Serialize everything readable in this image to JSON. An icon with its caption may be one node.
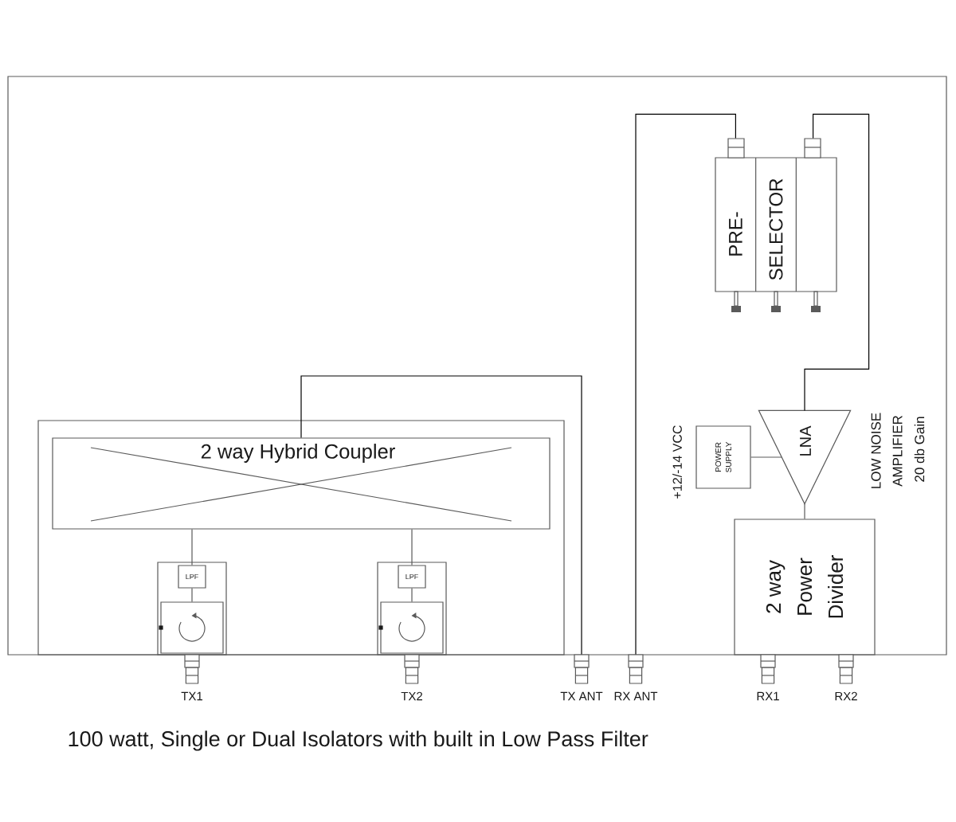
{
  "diagram": {
    "caption": "100 watt, Single or Dual Isolators with built in Low Pass Filter",
    "nodes": [
      {
        "text": [],
        "shape": "box"
      },
      {
        "text": [],
        "shape": "box",
        "in": 0
      },
      {
        "text": [
          "2 way Hybrid Coupler"
        ],
        "in": 1
      },
      {
        "text": [],
        "shape": "box",
        "in": 1
      },
      {
        "text": [
          "LPF"
        ],
        "in": 3
      },
      {
        "text": [],
        "shape": "box",
        "in": 3
      },
      {
        "text": [],
        "shape": "box",
        "in": 1
      },
      {
        "text": [
          "LPF"
        ],
        "in": 6
      },
      {
        "text": [],
        "shape": "box",
        "in": 6
      },
      {
        "text": [
          "TX1"
        ]
      },
      {
        "text": [
          "TX2"
        ]
      },
      {
        "text": [
          "TX ANT"
        ]
      },
      {
        "text": [
          "RX ANT"
        ]
      },
      {
        "text": [
          "PRE-",
          "SELECTOR"
        ],
        "in": 0
      },
      {
        "text": [
          "POWER SUPPLY"
        ],
        "in": 0,
        "beside": [
          "+12/-14 VCC"
        ]
      },
      {
        "text": [
          "LNA"
        ],
        "in": 0,
        "beside": [
          "LOW NOISE AMPLIFIER",
          "20 db Gain"
        ]
      },
      {
        "text": [
          "2 way Power Divider"
        ],
        "in": 0
      },
      {
        "text": [
          "RX1"
        ]
      },
      {
        "text": [
          "RX2"
        ]
      }
    ],
    "edges": [
      {
        "from": 2,
        "to": 11,
        "arrow": "none",
        "color": "#000000"
      },
      {
        "from": 2,
        "to": 4,
        "arrow": "none"
      },
      {
        "from": 2,
        "to": 7,
        "arrow": "none"
      },
      {
        "from": 4,
        "to": 5,
        "arrow": "none"
      },
      {
        "from": 7,
        "to": 8,
        "arrow": "none"
      },
      {
        "from": 12,
        "to": 13,
        "arrow": "none",
        "color": "#000000"
      },
      {
        "from": 13,
        "to": 15,
        "arrow": "none",
        "color": "#000000"
      },
      {
        "from": 14,
        "to": 15,
        "arrow": "none"
      },
      {
        "from": 15,
        "to": 16,
        "arrow": "none"
      }
    ]
  }
}
